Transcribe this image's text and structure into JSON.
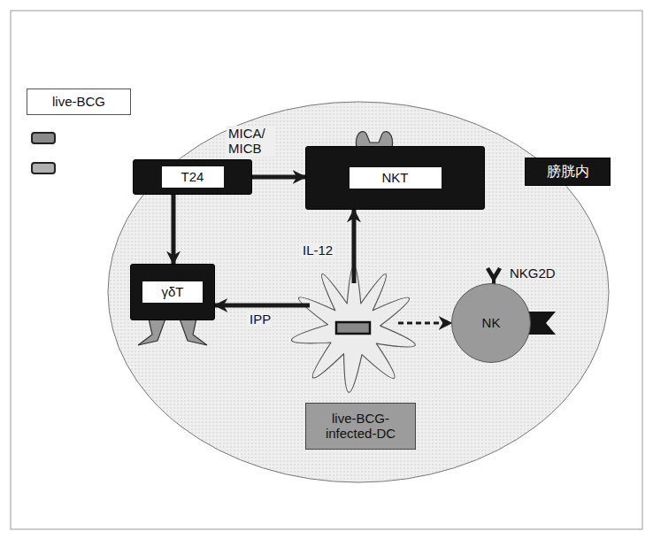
{
  "diagram": {
    "nodes": [
      {
        "text": [
          "live-BCG"
        ]
      },
      {
        "text": [
          "T24"
        ]
      },
      {
        "text": [
          "NKT"
        ]
      },
      {
        "text": [
          "膀胱内"
        ]
      },
      {
        "text": [
          "γδT"
        ]
      },
      {
        "text": [
          "NK"
        ]
      },
      {
        "text": [
          "live-BCG-infected-DC"
        ]
      }
    ],
    "edges": [
      {
        "from": 1,
        "to": 2,
        "arrow": "to",
        "label": "MICA/ MICB"
      },
      {
        "from": 1,
        "to": 4,
        "arrow": "to"
      },
      {
        "from": 6,
        "to": 4,
        "arrow": "to",
        "label": "IPP"
      },
      {
        "from": 6,
        "to": 2,
        "arrow": "to",
        "label": "IL-12"
      },
      {
        "from": 6,
        "to": 5,
        "arrow": "to"
      }
    ],
    "labels": [
      "NKG2D"
    ]
  }
}
